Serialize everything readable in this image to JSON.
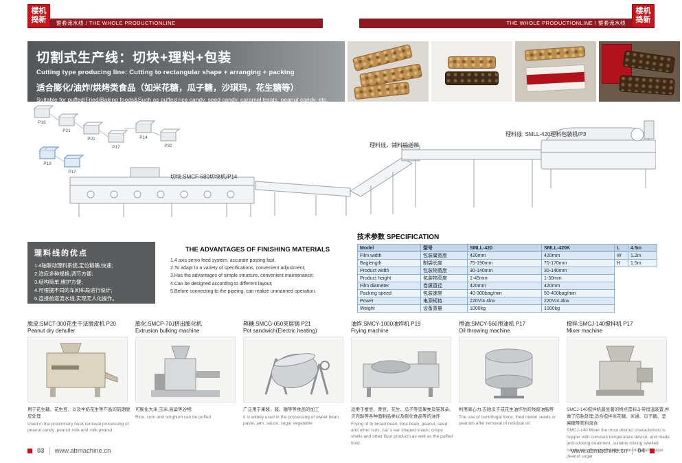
{
  "colors": {
    "brand_red": "#c4161c",
    "header_maroon": "#8e1a20",
    "table_blue": "#dce8f3",
    "banner_gray": "#6d7073"
  },
  "logo": {
    "line1": "楼机",
    "line2": "捣新"
  },
  "header": {
    "left_bar": "整套流水线 / THE WHOLE PRODUCTIONLINE",
    "right_bar": "THE WHOLE PRODUCTIONLINE / 整套流水线"
  },
  "banner": {
    "title_zh": "切割式生产线：切块+理料+包装",
    "title_en": "Cutting type producing line:  Cutting to rectangular shape + arranging + packing",
    "subtitle_zh": "适合膨化/油炸/烘烤类食品（如米花糖，瓜子糖，沙琪玛，花生糖等）",
    "subtitle_en": "Suitable for puffed/Fried/Baking foods&Such as puffed rice candy, seed candy, caramel treats, peanut candy, etc."
  },
  "diagram": {
    "flow_labels": [
      "P18",
      "P21",
      "P01",
      "P17",
      "P14",
      "P32",
      "P19",
      "P17"
    ],
    "label_packing": "理料线: SMLL-420理料包装机/P3",
    "label_conveyor": "理料线，铺料输送带",
    "label_cutting": "切块:SMCF-680切块机/P14"
  },
  "advantages": {
    "zh_title": "理料线的优点",
    "zh_items": [
      "1.4轴联动理料系统,定位精确,快速;",
      "2.适应多种规格,调节方便;",
      "3.结构简单,维护方便;",
      "4.可根据不同的车间布局进行设计;",
      "5.连接前道流水线,实现无人化操作。"
    ],
    "en_title": "THE ADVANTAGES OF FINISHING MATERIALS",
    "en_items": [
      "1.4 axis servo feed system, accurate posting,fast.",
      "2.To adapt to a variety of specifications, convenient adjustment;",
      "3.Has the advantages of simple structure, convenient maintenance;",
      "4.Can be designed according to different layout;",
      "5.Before connecting to the pipeing, can realize unmanned operation."
    ]
  },
  "spec": {
    "title_zh": "技术参数",
    "title_en": "SPECIFICATION",
    "rows": [
      {
        "en": "Model",
        "zh": "型号",
        "v1": "SMLL-420",
        "v2": "SMLL-420K"
      },
      {
        "en": "Film width",
        "zh": "包装膜宽度",
        "v1": "420mm",
        "v2": "420mm"
      },
      {
        "en": "Baglength",
        "zh": "制袋长度",
        "v1": "75-190mm",
        "v2": "70-170mm"
      },
      {
        "en": "Product width",
        "zh": "包装物宽度",
        "v1": "30-140mm",
        "v2": "30-140mm"
      },
      {
        "en": "Product height",
        "zh": "包装物高度",
        "v1": "1-45mm",
        "v2": "1-30mm"
      },
      {
        "en": "Film diameter",
        "zh": "卷膜直径",
        "v1": "420mm",
        "v2": "420mm"
      },
      {
        "en": "Packing speed",
        "zh": "包装速度",
        "v1": "40-300bag/min",
        "v2": "50-400bag/min"
      },
      {
        "en": "Power",
        "zh": "电源规格",
        "v1": "220V/4.4kw",
        "v2": "220V/4.4kw"
      },
      {
        "en": "Weight",
        "zh": "设备重量",
        "v1": "1000kg",
        "v2": "1000kg"
      }
    ],
    "lwh": [
      {
        "k": "L",
        "v": "4.5m"
      },
      {
        "k": "W",
        "v": "1.2m"
      },
      {
        "k": "H",
        "v": "1.5m"
      }
    ]
  },
  "machines": [
    {
      "caption_zh": "脱皮:SMCT-300花生干法脱皮机 P20",
      "caption_en": "Peanut dry dehuller",
      "desc_zh": "用于花生糖、花生豆、以及牛奶花生等产品的前期脱皮处理",
      "desc_en": "Used in the preliminary husk removal processing of peanut candy ,peanut milk and milk peanut"
    },
    {
      "caption_zh": "膨化:SMCP-70J挤出膨化机",
      "caption_en": "Extrusion bulking machine",
      "desc_zh": "可膨化大米,玉米,高粱等谷物;",
      "desc_en": "Rice, corn and sorghum can be puffed"
    },
    {
      "caption_zh": "熬糖:SMCG-050夹层锅 P21",
      "caption_en": "Pot sandwich(Electric heating)",
      "desc_zh": "广泛用于果酱、酱、糖等等食品的加工",
      "desc_en": "It is widely used in the processing of sweet bean paste, jam, sauce, sugar vegetable"
    },
    {
      "caption_zh": "油炸:SMCY-1000油炸机 P19",
      "caption_en": "Frying machine",
      "desc_zh": "适用于蚕豆、青豆、花生、瓜子等坚果类及猫耳朵、贝壳酥等各种面制品类以及膨化食品等的油炸",
      "desc_en": "Frying of th broad bean, lima bean, peanut, seed and other nuts, cat' s ear shaped snack, crispy shells and other flour products as well as the puffed food."
    },
    {
      "caption_zh": "甩油:SMCY-560甩油机 P17",
      "caption_en": "Oil throwing machine",
      "desc_zh": "利用离心力,去除瓜子或花生油炸后的残留油脂等",
      "desc_en": "The use of centrifugal force, fried melon seeds or peanuts after removal of residual oil."
    },
    {
      "caption_zh": "搅拌:SMCJ-140搅拌机 P17",
      "caption_en": "Mixer machine",
      "desc_zh": "SMCJ-140搅拌机最显著的特点是料斗带恒温装置,并做了防粘处理,适合搅拌米花糖、米通、瓜子糖、坚果糖等浆料混合",
      "desc_en": "SMCJ-140 Mixer the most distinct characteristic is hopper with constant temperature device, and made anti-sticking treatment, suitable mixing swelled candy rice, rice grain pattern, melon seeds sugar, peanut sugar"
    }
  ],
  "footer": {
    "site": "www.abmachine.cn",
    "left_page": "03",
    "right_page": "04"
  }
}
